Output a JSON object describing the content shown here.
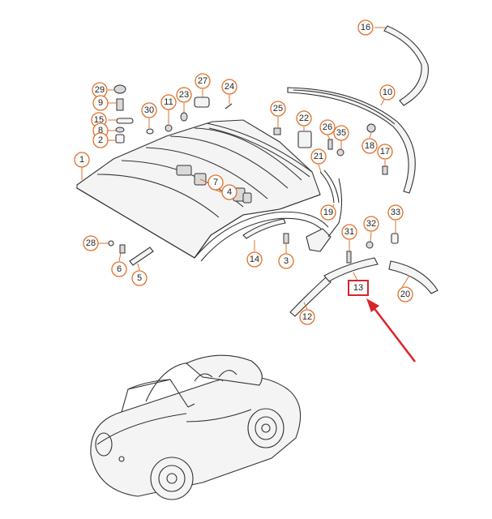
{
  "callouts": [
    {
      "id": "16",
      "label": "16"
    },
    {
      "id": "10",
      "label": "10"
    },
    {
      "id": "29",
      "label": "29"
    },
    {
      "id": "9",
      "label": "9"
    },
    {
      "id": "15",
      "label": "15"
    },
    {
      "id": "8",
      "label": "8"
    },
    {
      "id": "2",
      "label": "2"
    },
    {
      "id": "30",
      "label": "30"
    },
    {
      "id": "11",
      "label": "11"
    },
    {
      "id": "23",
      "label": "23"
    },
    {
      "id": "27",
      "label": "27"
    },
    {
      "id": "24",
      "label": "24"
    },
    {
      "id": "25",
      "label": "25"
    },
    {
      "id": "22",
      "label": "22"
    },
    {
      "id": "26",
      "label": "26"
    },
    {
      "id": "35",
      "label": "35"
    },
    {
      "id": "18",
      "label": "18"
    },
    {
      "id": "17",
      "label": "17"
    },
    {
      "id": "1",
      "label": "1"
    },
    {
      "id": "21",
      "label": "21"
    },
    {
      "id": "7",
      "label": "7"
    },
    {
      "id": "4",
      "label": "4"
    },
    {
      "id": "19",
      "label": "19"
    },
    {
      "id": "33",
      "label": "33"
    },
    {
      "id": "32",
      "label": "32"
    },
    {
      "id": "31",
      "label": "31"
    },
    {
      "id": "28",
      "label": "28"
    },
    {
      "id": "6",
      "label": "6"
    },
    {
      "id": "5",
      "label": "5"
    },
    {
      "id": "14",
      "label": "14"
    },
    {
      "id": "3",
      "label": "3"
    },
    {
      "id": "20",
      "label": "20"
    },
    {
      "id": "12",
      "label": "12"
    }
  ],
  "highlight": {
    "label": "13"
  },
  "colors": {
    "callout_outline": "#e0702a",
    "highlight_outline": "#d9242b",
    "arrow": "#d9242b",
    "line_art": "#333333"
  }
}
